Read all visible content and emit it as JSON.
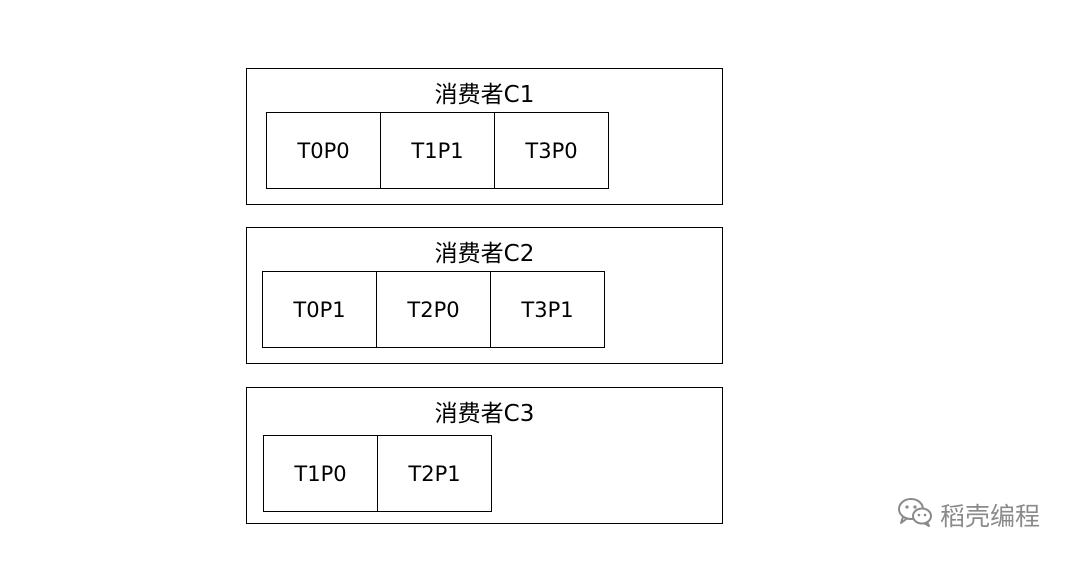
{
  "consumers": [
    {
      "title": "消费者C1",
      "partitions": [
        "T0P0",
        "T1P1",
        "T3P0"
      ]
    },
    {
      "title": "消费者C2",
      "partitions": [
        "T0P1",
        "T2P0",
        "T3P1"
      ]
    },
    {
      "title": "消费者C3",
      "partitions": [
        "T1P0",
        "T2P1"
      ]
    }
  ],
  "watermark": {
    "icon": "wechat-icon",
    "text": "稻壳编程"
  }
}
